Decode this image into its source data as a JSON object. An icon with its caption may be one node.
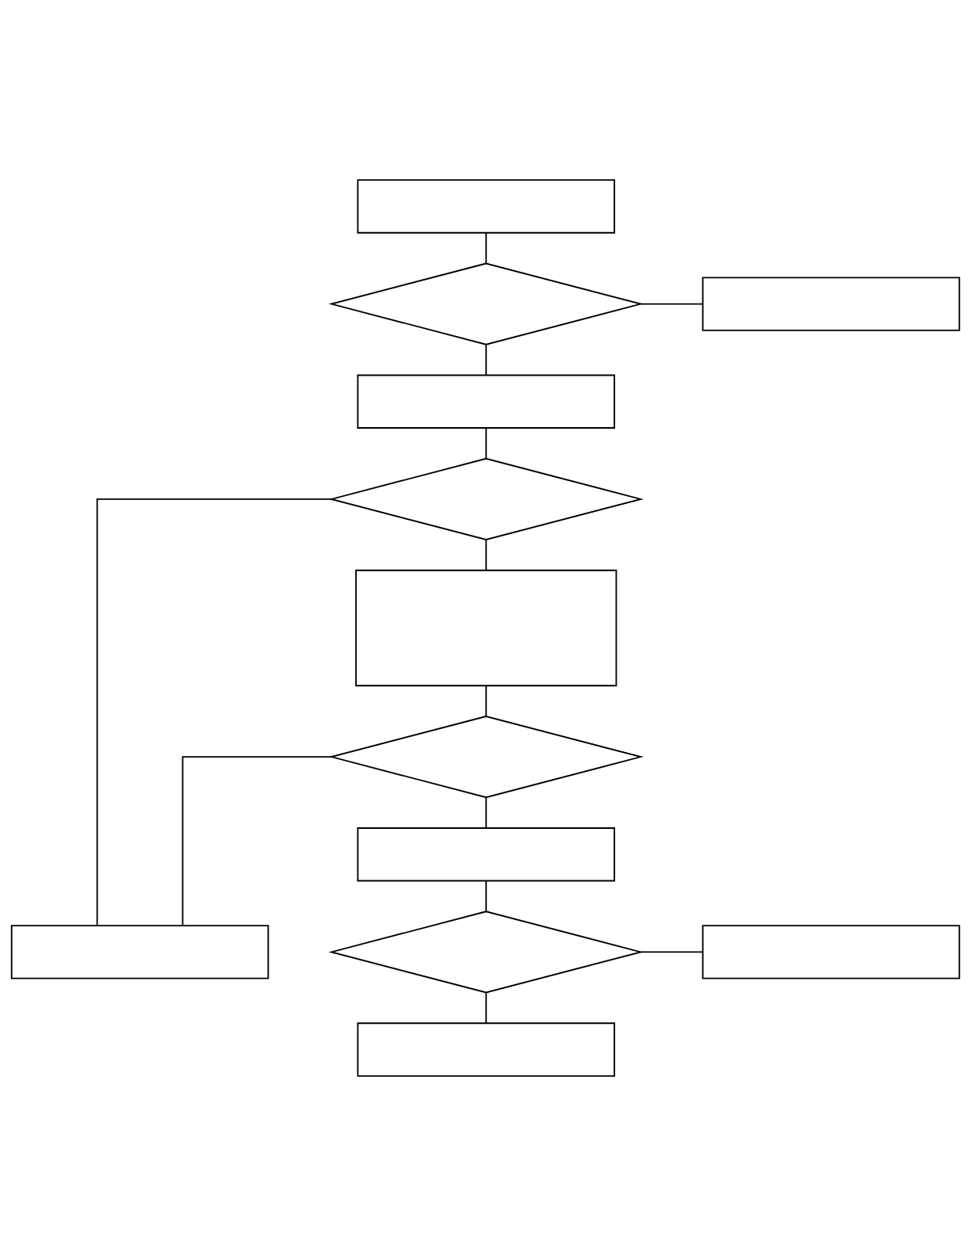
{
  "diagram": {
    "nodes": [
      {
        "text": [],
        "shape": "box"
      },
      {
        "text": [],
        "shape": "diamond"
      },
      {
        "text": [],
        "shape": "box"
      },
      {
        "text": [],
        "shape": "box"
      },
      {
        "text": [],
        "shape": "diamond"
      },
      {
        "text": [],
        "shape": "box"
      },
      {
        "text": [],
        "shape": "diamond"
      },
      {
        "text": [],
        "shape": "box"
      },
      {
        "text": [],
        "shape": "box"
      },
      {
        "text": [],
        "shape": "diamond"
      },
      {
        "text": [],
        "shape": "box"
      },
      {
        "text": [],
        "shape": "box"
      }
    ],
    "edges": [
      {
        "from": 0,
        "to": 1,
        "arrow": "none"
      },
      {
        "from": 1,
        "to": 2,
        "arrow": "none"
      },
      {
        "from": 1,
        "to": 3,
        "arrow": "none"
      },
      {
        "from": 3,
        "to": 4,
        "arrow": "none"
      },
      {
        "from": 4,
        "to": 8,
        "arrow": "none"
      },
      {
        "from": 4,
        "to": 5,
        "arrow": "none"
      },
      {
        "from": 5,
        "to": 6,
        "arrow": "none"
      },
      {
        "from": 6,
        "to": 8,
        "arrow": "none"
      },
      {
        "from": 6,
        "to": 7,
        "arrow": "none"
      },
      {
        "from": 7,
        "to": 9,
        "arrow": "none"
      },
      {
        "from": 9,
        "to": 10,
        "arrow": "none"
      },
      {
        "from": 9,
        "to": 11,
        "arrow": "none"
      }
    ]
  }
}
